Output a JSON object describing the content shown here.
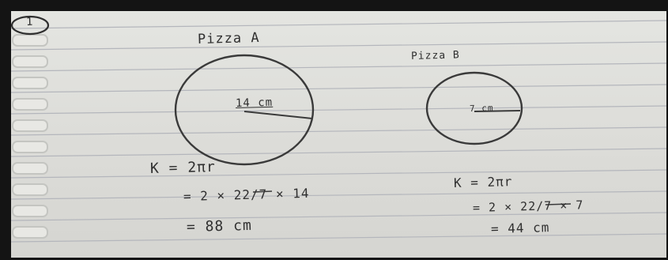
{
  "problem": {
    "number": "1"
  },
  "pizza_a": {
    "title": "Pizza A",
    "radius_label": "14 cm",
    "working": {
      "line1": "K = 2πr",
      "line2": "= 2 × 22/7 × 14",
      "line3": "= 88 cm"
    }
  },
  "pizza_b": {
    "title": "Pizza B",
    "radius_label": "7 cm",
    "working": {
      "line1": "K = 2πr",
      "line2": "= 2 × 22/7 × 7",
      "line3": "= 44 cm"
    }
  },
  "colors": {
    "frame": "#141414",
    "paper": "#dcdcd8",
    "rule_line": "#b4b6bc",
    "pencil": "#2f2f2f"
  }
}
